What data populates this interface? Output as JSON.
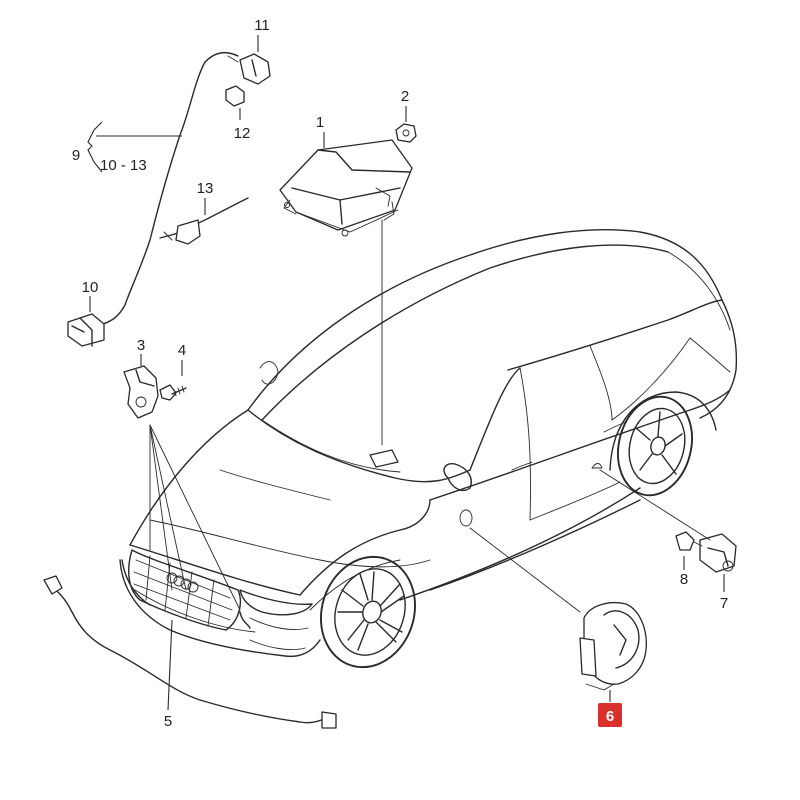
{
  "diagram": {
    "highlight_color": "#d9302c",
    "line_color": "#2a2a2a",
    "callouts": {
      "p1": "1",
      "p2": "2",
      "p3": "3",
      "p4": "4",
      "p5": "5",
      "p6": "6",
      "p7": "7",
      "p8": "8",
      "p9": "9",
      "p9_range": "10 - 13",
      "p10": "10",
      "p11": "11",
      "p12": "12",
      "p13": "13"
    },
    "highlighted_part": "6"
  }
}
